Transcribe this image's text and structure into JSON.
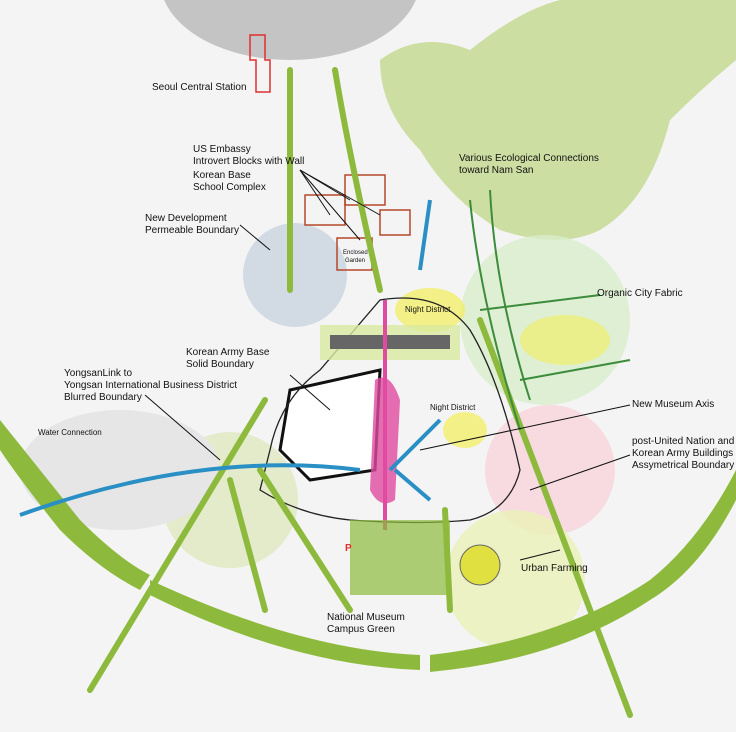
{
  "labels": {
    "seoul_station": "Seoul Central Station",
    "us_embassy": "US Embassy",
    "introvert_blocks": "Introvert Blocks with Wall",
    "korean_base": "Korean Base",
    "school_complex": "School Complex",
    "new_development": "New Development",
    "permeable_boundary": "Permeable Boundary",
    "enclosed_garden_1": "Enclosed",
    "enclosed_garden_2": "Garden",
    "eco_1": "Various Ecological Connections",
    "eco_2": "toward Nam San",
    "organic_fabric": "Organic City Fabric",
    "night_district_1": "Night District",
    "night_district_2": "Night District",
    "army_base": "Korean Army Base",
    "solid_boundary": "Solid Boundary",
    "yongsan_1": "YongsanLink to",
    "yongsan_2": "Yongsan International Business District",
    "yongsan_3": "Blurred Boundary",
    "water_connection": "Water Connection",
    "museum_axis": "New Museum Axis",
    "un_1": "post-United Nation and",
    "un_2": "Korean Army Buildings",
    "un_3": "Assymetrical Boundary",
    "urban_farming": "Urban Farming",
    "museum_campus_1": "National Museum",
    "museum_campus_2": "Campus Green",
    "parking": "P"
  },
  "colors": {
    "green_axis": "#8dba3c",
    "light_green": "#c9dc9a",
    "water_blue": "#2a8fc4",
    "pink_axis": "#e04aa0",
    "yellow": "#f2ee5a",
    "building_outline": "#b5482a",
    "station_outline": "#e03030"
  }
}
